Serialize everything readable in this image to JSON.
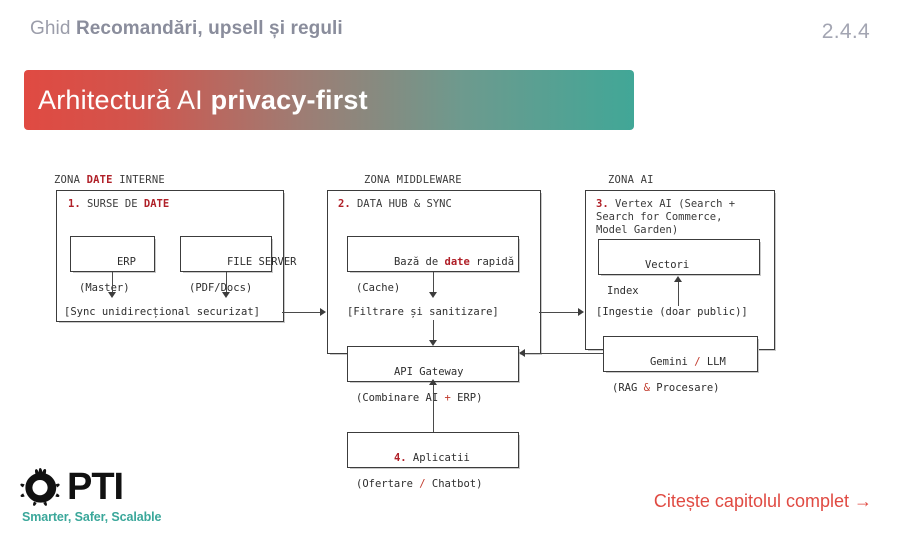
{
  "header": {
    "prefix": "Ghid",
    "title": "Recomandări, upsell și reguli",
    "version": "2.4.4"
  },
  "banner": {
    "text_light": "Arhitectură AI",
    "text_bold": "privacy-first",
    "gradient_from": "#e04a42",
    "gradient_to": "#41a797"
  },
  "diagram": {
    "zones": [
      {
        "label_pre": "ZONA ",
        "label_accent": "DATE",
        "label_post": " INTERNE",
        "title_num": "1.",
        "title_pre": " SURSE DE ",
        "title_accent": "DATE",
        "boxes": [
          {
            "line1": "ERP",
            "line2": "(Master)"
          },
          {
            "line1": "FILE SERVER",
            "line2": "(PDF/Docs)"
          }
        ],
        "note": "[Sync unidirecțional securizat]"
      },
      {
        "label_pre": "ZONA MIDDLEWARE",
        "label_accent": "",
        "label_post": "",
        "title_num": "2.",
        "title_pre": " DATA HUB ",
        "title_accent": "&",
        "title_post": " SYNC",
        "boxes": [
          {
            "line1_pre": "Bază de ",
            "line1_accent": "date",
            "line1_post": " rapidă",
            "line2": "(Cache)"
          },
          {
            "line1": "API Gateway",
            "line2_pre": "(Combinare AI ",
            "line2_accent": "+",
            "line2_post": " ERP)"
          }
        ],
        "note": "[Filtrare și sanitizare]"
      },
      {
        "label_pre": "ZONA AI",
        "label_accent": "",
        "label_post": "",
        "title_num": "3.",
        "title_line1_pre": " Vertex AI (Search ",
        "title_line1_accent": "+",
        "title_line2": " Search for Commerce,",
        "title_line3": " Model Garden)",
        "boxes": [
          {
            "line1": "Vectori",
            "line2": "Index"
          },
          {
            "line1_pre": "Gemini ",
            "line1_accent": "/",
            "line1_post": " LLM",
            "line2_pre": "(RAG ",
            "line2_accent": "&",
            "line2_post": " Procesare)"
          }
        ],
        "note": "[Ingestie (doar public)]"
      }
    ],
    "app_box": {
      "num": "4.",
      "line1": " Aplicatii",
      "line2_pre": "(Ofertare ",
      "line2_accent": "/",
      "line2_post": " Chatbot)"
    },
    "accent_color": "#b02028"
  },
  "footer": {
    "logo_word": "PTI",
    "tagline": "Smarter, Safer, Scalable",
    "cta": "Citește capitolul complet →",
    "cta_color": "#e04a42",
    "tagline_color": "#3aa79a"
  }
}
